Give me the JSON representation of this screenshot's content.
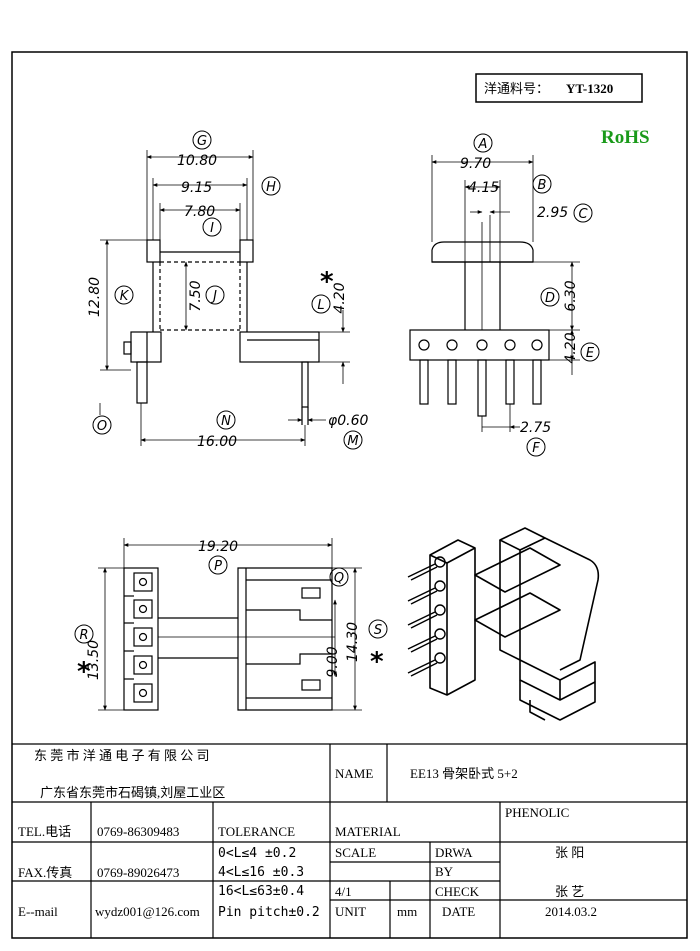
{
  "part_no": {
    "label": "洋通料号：",
    "value": "YT-1320"
  },
  "rohs": "RoHS",
  "side_view": {
    "dims": {
      "g": "10.80",
      "h": "9.15",
      "i": "7.80",
      "k": "12.80",
      "j": "7.50",
      "l": "4.20",
      "n": "16.00",
      "m": "φ0.60"
    },
    "labels": {
      "g": "G",
      "h": "H",
      "i": "I",
      "k": "K",
      "j": "J",
      "l": "L",
      "n": "N",
      "m": "M",
      "o": "O"
    },
    "star": "*"
  },
  "front_view": {
    "dims": {
      "a": "9.70",
      "b": "4.15",
      "c": "2.95",
      "d": "6.30",
      "e": "4.20",
      "f": "2.75"
    },
    "labels": {
      "a": "A",
      "b": "B",
      "c": "C",
      "d": "D",
      "e": "E",
      "f": "F"
    }
  },
  "bottom_view": {
    "dims": {
      "p": "19.20",
      "r": "13.50",
      "s": "14.30",
      "t": "9.00"
    },
    "labels": {
      "p": "P",
      "q": "Q",
      "r": "R",
      "s": "S"
    },
    "star_left": "*",
    "star_right": "*"
  },
  "title_block": {
    "company": "东 莞 市 洋 通 电 子 有 限 公 司",
    "address": "广东省东莞市石碣镇,刘屋工业区",
    "name_label": "NAME",
    "name_value": "EE13 骨架卧式 5+2",
    "tel_label": "TEL.电话",
    "tel_value": "0769-86309483",
    "fax_label": "FAX.传真",
    "fax_value": "0769-89026473",
    "email_label": "E--mail",
    "email_value": "wydz001@126.com",
    "tolerance_label": "TOLERANCE",
    "tolerance_lines": [
      "0<L≤4  ±0.2",
      "4<L≤16 ±0.3",
      "16<L≤63±0.4",
      "Pin pitch±0.2"
    ],
    "material_label": "MATERIAL",
    "material_value": "PHENOLIC",
    "scale_label": "SCALE",
    "scale_value": "4/1",
    "drwa_label": "DRWA",
    "by_label": "BY",
    "drwa_value": "张 阳",
    "check_label": "CHECK",
    "check_value": "张 艺",
    "unit_label": "UNIT",
    "unit_value": "mm",
    "date_label": "DATE",
    "date_value": "2014.03.2"
  }
}
